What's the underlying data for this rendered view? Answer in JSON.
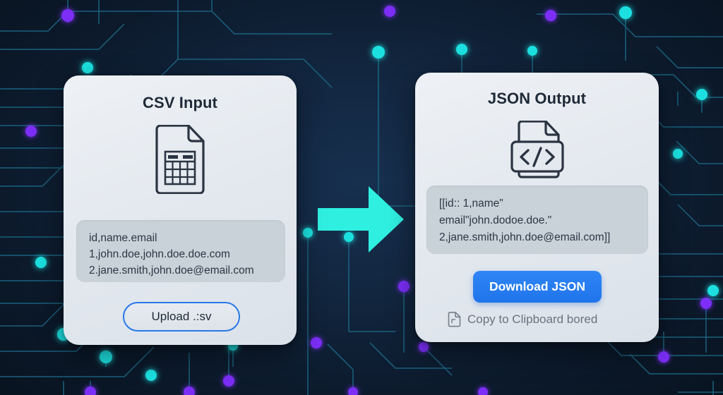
{
  "background": {
    "name": "circuit-board-pattern",
    "base_color": "#0d1b2e",
    "trace_color": "#1b6f8f",
    "node_colors": [
      "#7b2ff7",
      "#1fe0e0"
    ]
  },
  "arrow": {
    "icon": "arrow-right-icon",
    "color": "#2ff0e0"
  },
  "csv_card": {
    "title": "CSV Input",
    "icon": "csv-file-table-icon",
    "content_lines": [
      "id,name.email",
      "1,john.doe,john.doe.doe.com",
      "2.jane.smith,john.doe@email.com"
    ],
    "upload_button": {
      "label": "Upload .:sv",
      "border_color": "#2878e8"
    }
  },
  "json_card": {
    "title": "JSON Output",
    "icon": "json-code-file-icon",
    "content_lines": [
      "[[id:: 1,name\"",
      "email\"john.dodoe.doe.\"",
      "2,jane.smith,john.doe@email.com]]"
    ],
    "download_button": {
      "label": "Download JSON",
      "color": "#2f86f6"
    },
    "copy_action": {
      "label": "Copy to Clipboard bored",
      "icon": "copy-document-icon"
    }
  }
}
